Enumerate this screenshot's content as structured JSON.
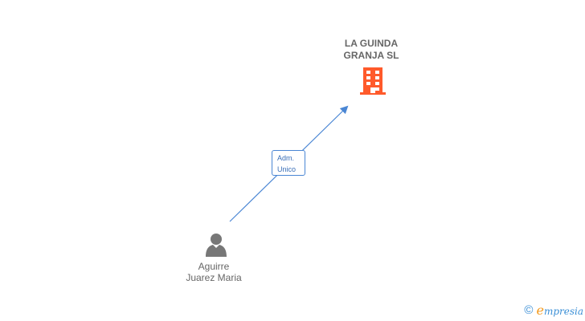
{
  "company": {
    "name_line1": "LA GUINDA",
    "name_line2": "GRANJA SL",
    "icon": "building-icon",
    "color": "#ff5a2b"
  },
  "person": {
    "name_line1": "Aguirre",
    "name_line2": "Juarez Maria",
    "icon": "person-icon",
    "color": "#777777"
  },
  "relation": {
    "role_line1": "Adm.",
    "role_line2": "Unico",
    "color": "#4a86d4"
  },
  "footer": {
    "copyright_symbol": "©",
    "brand_first": "e",
    "brand_rest": "mpresia"
  }
}
